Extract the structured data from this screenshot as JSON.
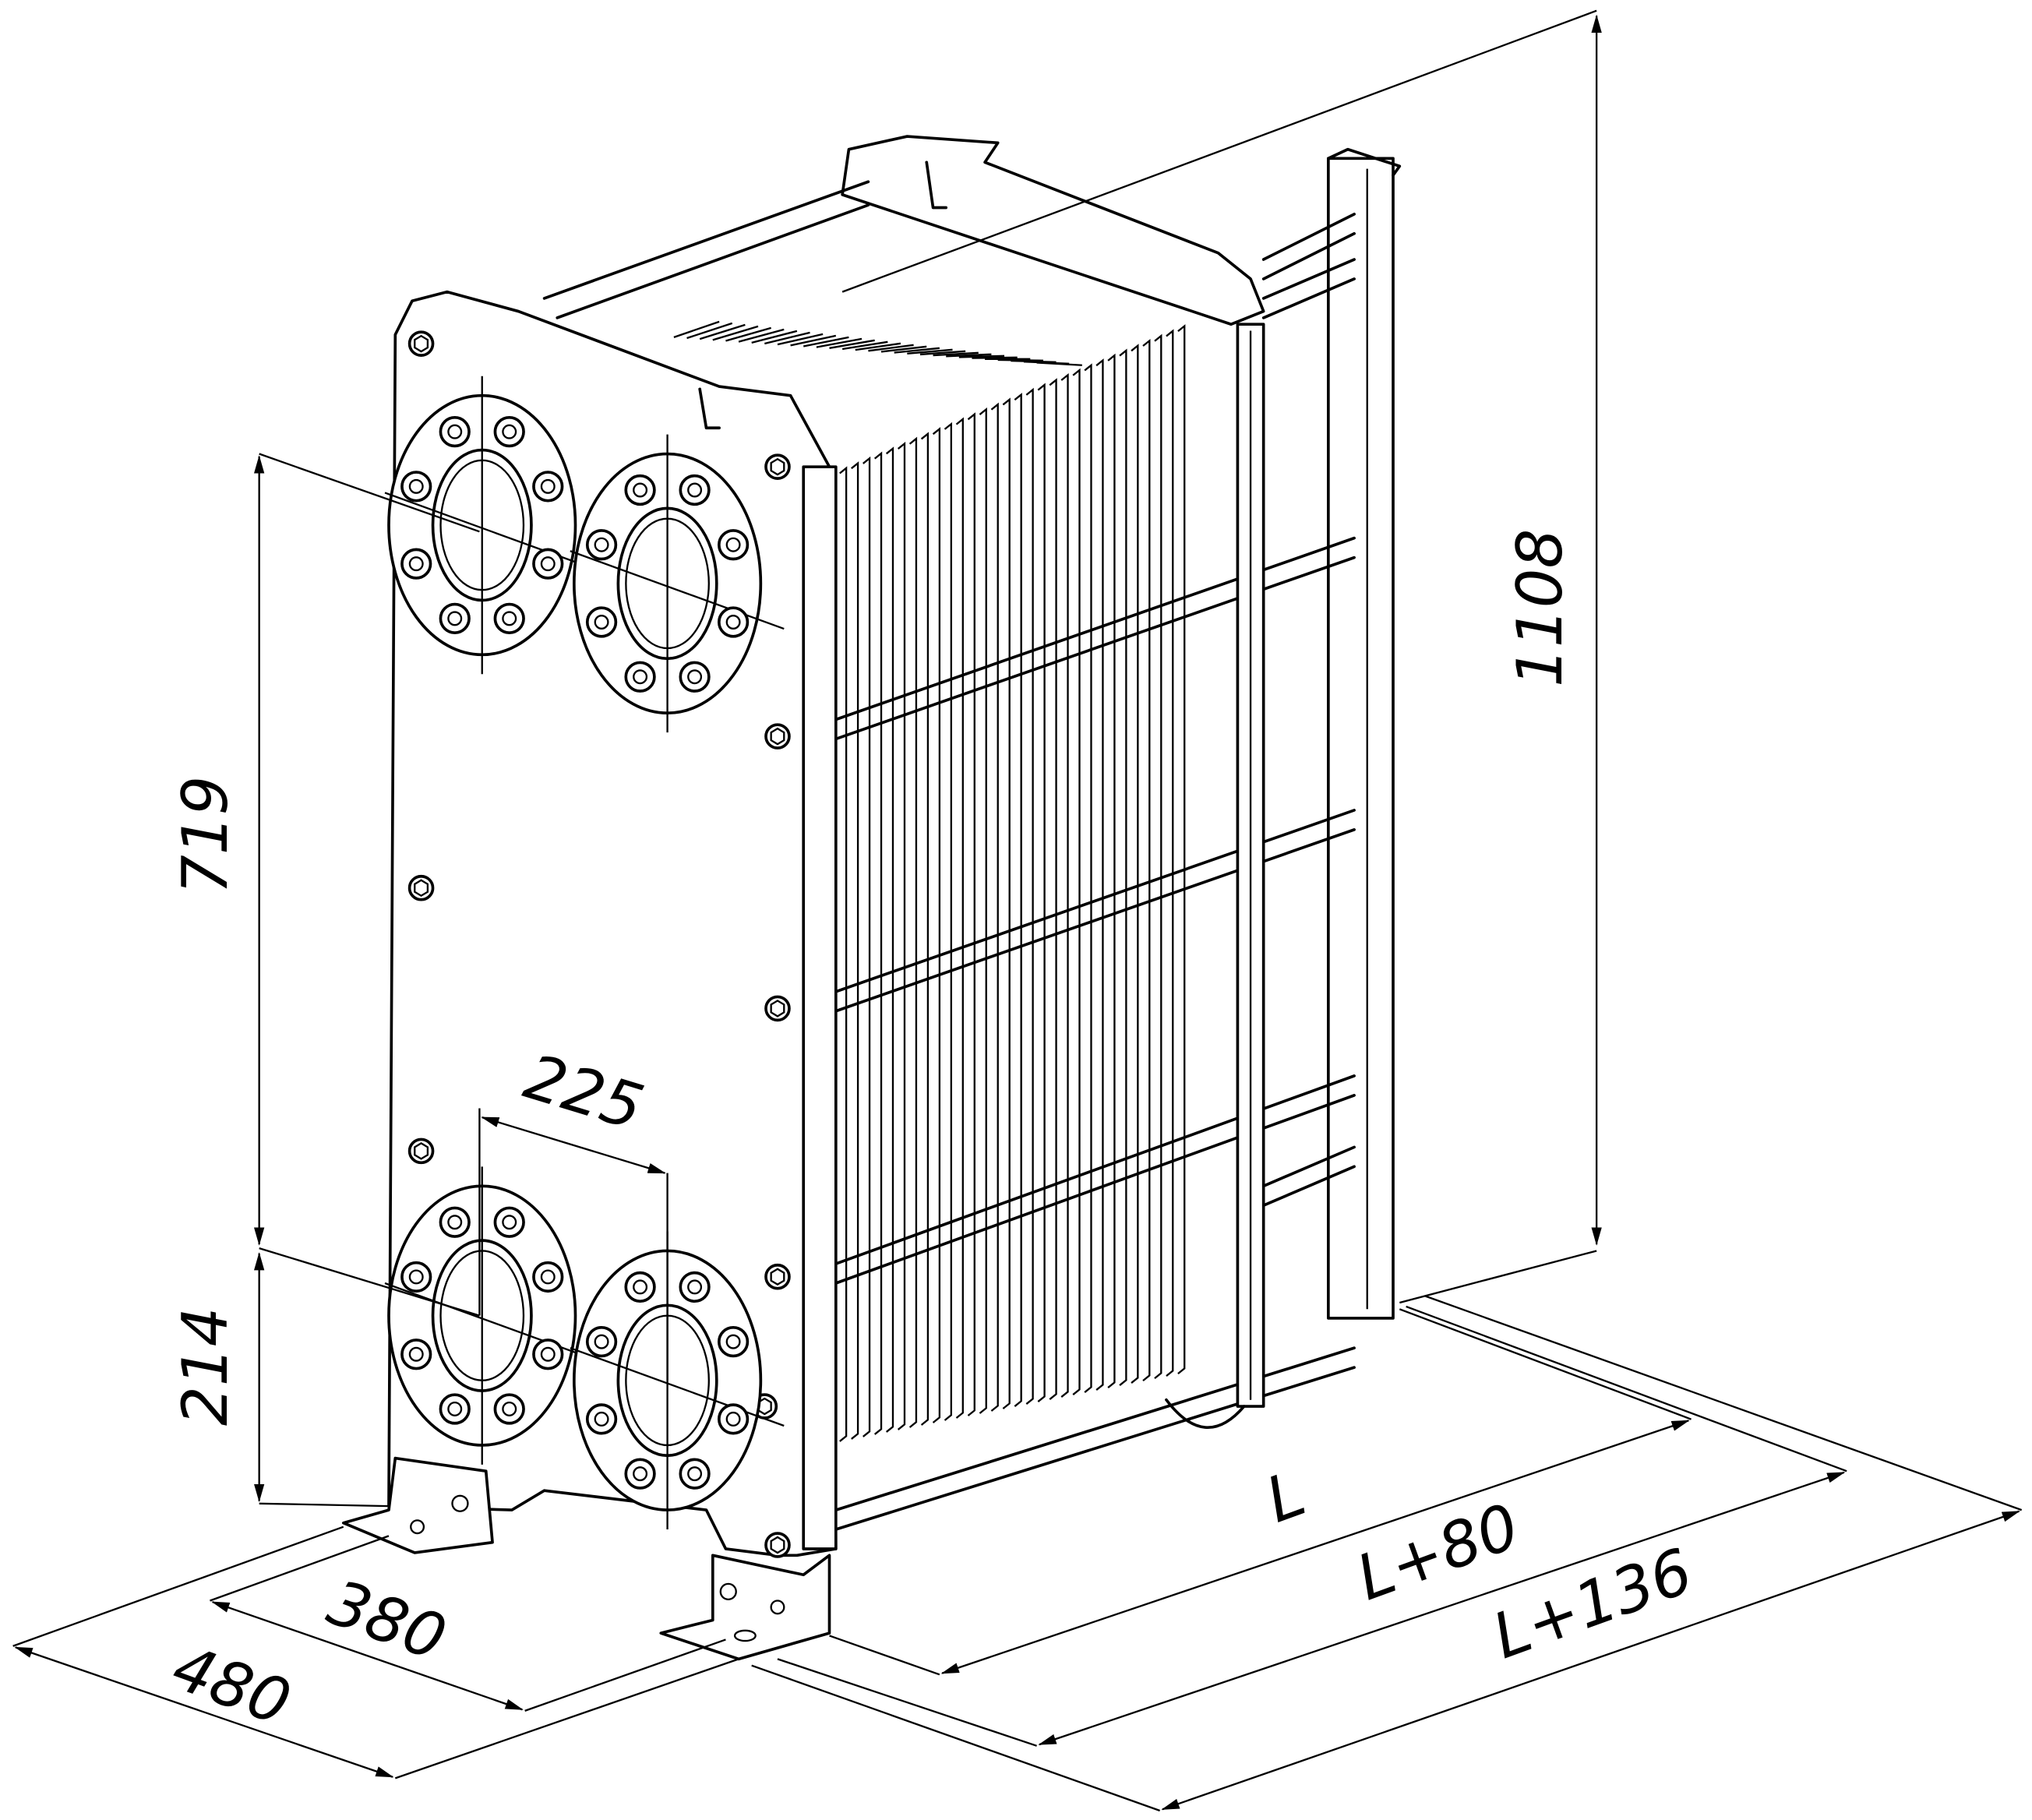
{
  "title": "Plate heat exchanger dimensional drawing",
  "dimensions": {
    "overall_height": "1108",
    "port_vertical_spacing": "719",
    "port_horizontal_spacing": "225",
    "lower_port_height": "214",
    "foot_width_inner": "380",
    "foot_width_outer": "480",
    "plate_pack_length": "L",
    "frame_length": "L+80",
    "overall_length": "L+136"
  },
  "colors": {
    "line": "#000000",
    "background": "#ffffff"
  }
}
